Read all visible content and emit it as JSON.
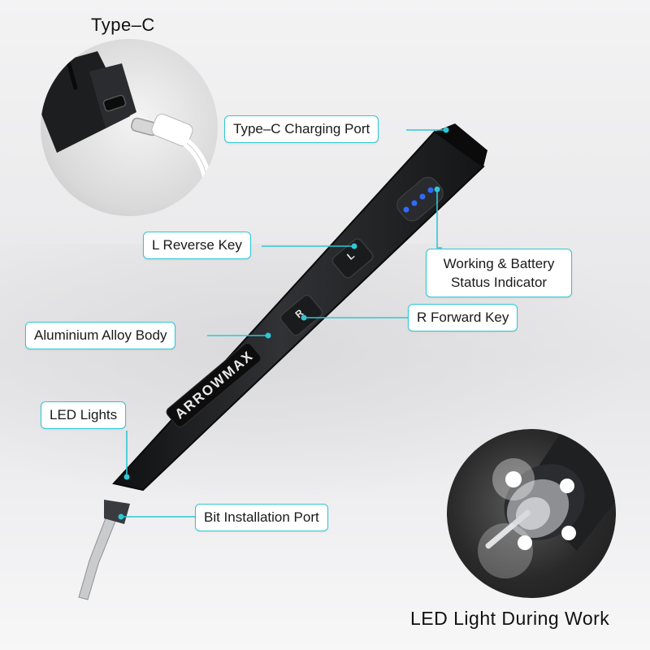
{
  "titles": {
    "type_c": "Type–C",
    "led_during_work": "LED Light During Work"
  },
  "labels": {
    "charging_port": "Type–C Charging Port",
    "reverse_key": "L Reverse Key",
    "status_indicator": "Working & Battery Status Indicator",
    "forward_key": "R Forward Key",
    "alloy_body": "Aluminium Alloy Body",
    "led_lights": "LED Lights",
    "bit_port": "Bit Installation Port"
  },
  "product": {
    "brand": "ARROWMAX",
    "key_l": "L",
    "key_r": "R"
  },
  "colors": {
    "callout_border": "#2ec7d6",
    "indicator_led": "#2f6bff",
    "body": "#1e1f21"
  }
}
